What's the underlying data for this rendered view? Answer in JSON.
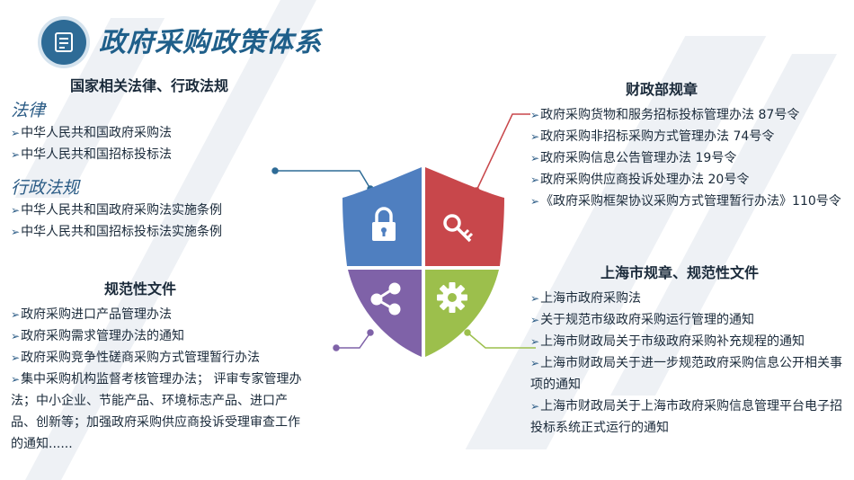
{
  "title": "政府采购政策体系",
  "colors": {
    "title": "#1f5f8a",
    "shield_blue": "#4f7fc0",
    "shield_red": "#c8474b",
    "shield_purple": "#7f62a8",
    "shield_green": "#9cbf4c",
    "connector": "#2e6b96"
  },
  "icons": {
    "header": "document-icon",
    "top_left": "lock-icon",
    "top_right": "key-icon",
    "bottom_left": "share-icon",
    "bottom_right": "gear-icon"
  },
  "national": {
    "heading": "国家相关法律、行政法规",
    "laws_label": "法律",
    "laws": [
      "中华人民共和国政府采购法",
      "中华人民共和国招标投标法"
    ],
    "regs_label": "行政法规",
    "regs": [
      "中华人民共和国政府采购法实施条例",
      "中华人民共和国招标投标法实施条例"
    ]
  },
  "normative": {
    "heading": "规范性文件",
    "items": [
      "政府采购进口产品管理办法",
      "政府采购需求管理办法的通知",
      "政府采购竞争性磋商采购方式管理暂行办法",
      "集中采购机构监督考核管理办法； 评审专家管理办法；中小企业、节能产品、环境标志产品、进口产品、创新等；加强政府采购供应商投诉受理审查工作的通知......"
    ]
  },
  "mof": {
    "heading": "财政部规章",
    "items": [
      "政府采购货物和服务招标投标管理办法 87号令",
      "政府采购非招标采购方式管理办法  74号令",
      "政府采购信息公告管理办法  19号令",
      "政府采购供应商投诉处理办法  20号令",
      "《政府采购框架协议采购方式管理暂行办法》110号令"
    ]
  },
  "shanghai": {
    "heading": "上海市规章、规范性文件",
    "items": [
      "上海市政府采购法",
      "关于规范市级政府采购运行管理的通知",
      "上海市财政局关于市级政府采购补充规程的通知",
      "上海市财政局关于进一步规范政府采购信息公开相关事项的通知",
      "上海市财政局关于上海市政府采购信息管理平台电子招投标系统正式运行的通知"
    ]
  }
}
